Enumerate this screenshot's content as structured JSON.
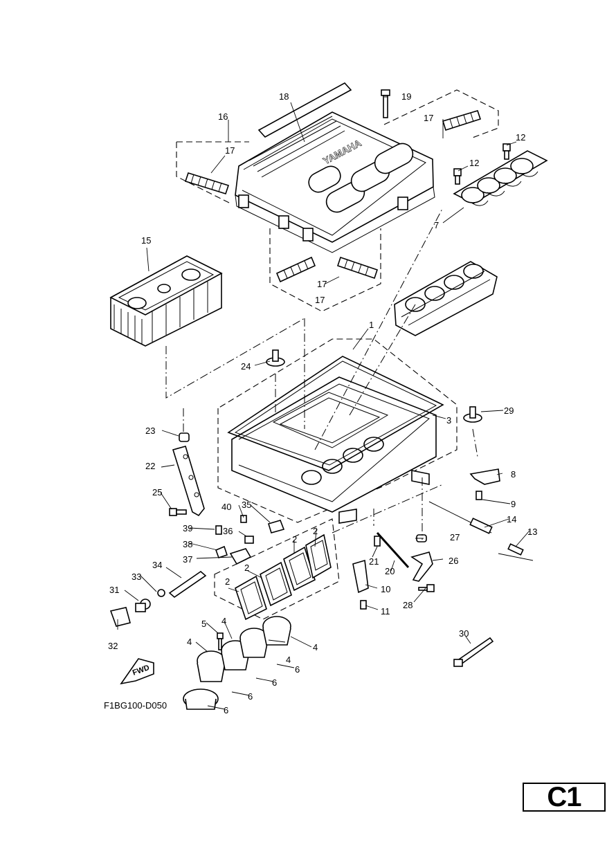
{
  "diagram": {
    "code": "F1BG100-D050",
    "page_label": "C1",
    "fwd_label": "FWD",
    "logo_text": "YAMAHA"
  },
  "callouts": [
    "1",
    "2",
    "2",
    "2",
    "2",
    "2",
    "3",
    "4",
    "4",
    "4",
    "4",
    "4",
    "5",
    "6",
    "6",
    "6",
    "6",
    "7",
    "8",
    "9",
    "10",
    "11",
    "12",
    "12",
    "13",
    "14",
    "15",
    "16",
    "17",
    "17",
    "17",
    "17",
    "18",
    "19",
    "20",
    "21",
    "22",
    "23",
    "24",
    "25",
    "26",
    "27",
    "28",
    "29",
    "30",
    "31",
    "32",
    "33",
    "34",
    "35",
    "36",
    "37",
    "38",
    "39",
    "40"
  ]
}
